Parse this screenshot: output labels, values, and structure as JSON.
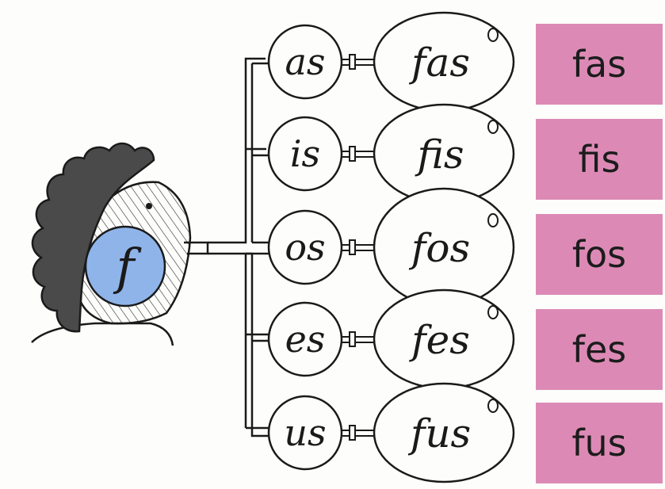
{
  "colors": {
    "card_bg": "#dc8ab5",
    "face_circle": "#8fb4ea",
    "hair": "#4a4a4a",
    "line": "#1a1a1a"
  },
  "head": {
    "letter": "f",
    "icon": "child-head-icon"
  },
  "rows": [
    {
      "ending": "as",
      "syllable": "fas",
      "card": "fas"
    },
    {
      "ending": "is",
      "syllable": "fis",
      "card": "fis"
    },
    {
      "ending": "os",
      "syllable": "fos",
      "card": "fos"
    },
    {
      "ending": "es",
      "syllable": "fes",
      "card": "fes"
    },
    {
      "ending": "us",
      "syllable": "fus",
      "card": "fus"
    }
  ]
}
